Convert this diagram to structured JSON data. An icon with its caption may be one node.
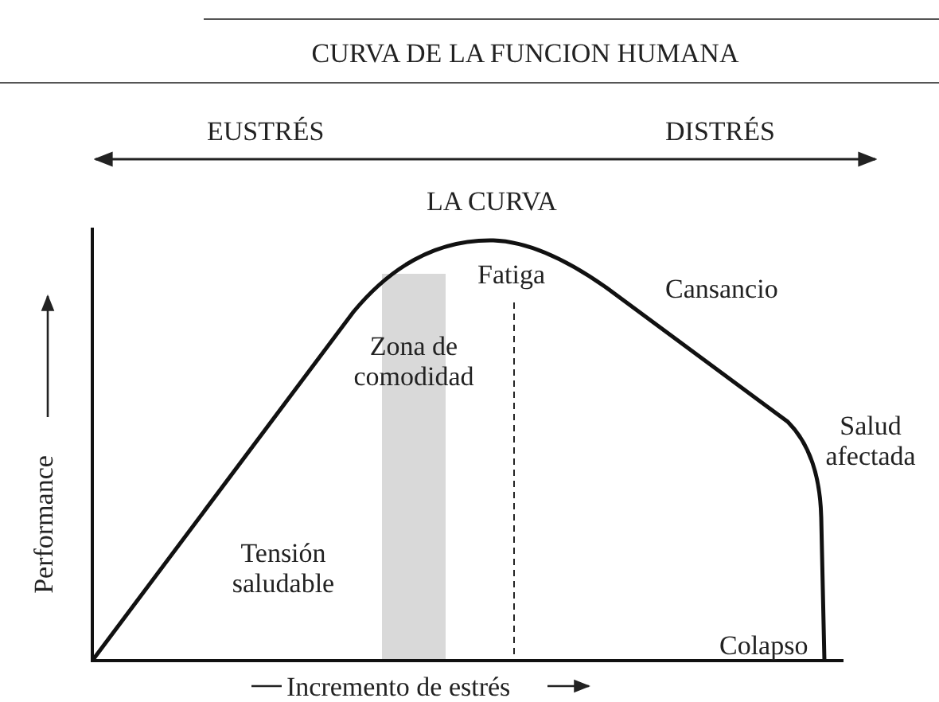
{
  "diagram": {
    "title": "CURVA DE LA FUNCION HUMANA",
    "labels": [
      "EUSTRÉS",
      "DISTRÉS",
      "LA CURVA",
      "Fatiga",
      "Cansancio",
      "Zona de comodidad",
      "Salud afectada",
      "Performance",
      "Tensión saludable",
      "Colapso",
      "Incremento de estrés"
    ]
  }
}
